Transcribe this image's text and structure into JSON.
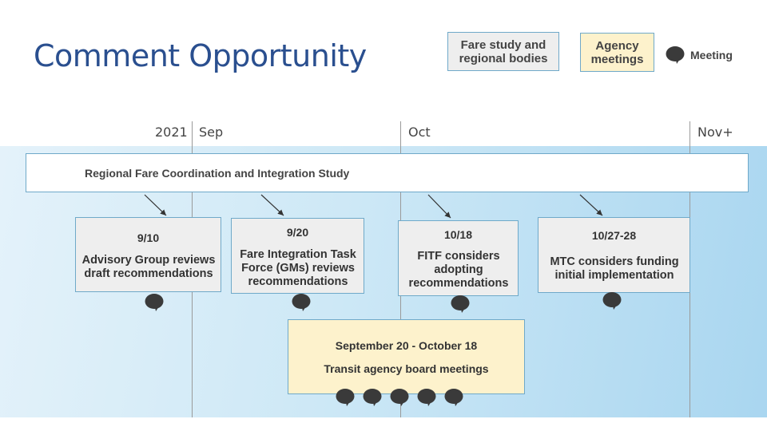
{
  "title": "Comment Opportunity",
  "legend": {
    "fare_study": "Fare study and regional bodies",
    "agency": "Agency meetings",
    "meeting": "Meeting",
    "meeting_icon": "speech-bubble-icon"
  },
  "timeline": {
    "ticks": [
      "2021",
      "Sep",
      "Oct",
      "Nov+"
    ]
  },
  "study": {
    "label": "Regional Fare Coordination and Integration Study"
  },
  "events": [
    {
      "date": "9/10",
      "description": "Advisory Group reviews draft recommendations"
    },
    {
      "date": "9/20",
      "description": "Fare Integration Task Force (GMs) reviews recommendations"
    },
    {
      "date": "10/18",
      "description": "FITF considers adopting recommendations"
    },
    {
      "date": "10/27-28",
      "description": "MTC considers funding initial implementation"
    }
  ],
  "board_meetings": {
    "dates": "September 20 - October 18",
    "description": "Transit agency board meetings",
    "meeting_count": 5
  },
  "colors": {
    "title": "#2a4f8f",
    "fare_study_fill": "#eeeeee",
    "agency_fill": "#fdf2cc",
    "border": "#6fa9c9",
    "bubble": "#3a3a3a"
  }
}
